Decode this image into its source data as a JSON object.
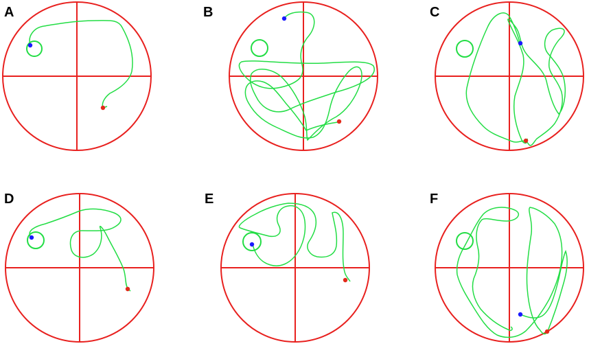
{
  "colors": {
    "pool": "#e8201e",
    "path": "#22dd44",
    "start": "#1a1aff",
    "end": "#e22a1a",
    "label": "#000000"
  },
  "panels": [
    {
      "label": "A"
    },
    {
      "label": "B"
    },
    {
      "label": "C"
    },
    {
      "label": "D"
    },
    {
      "label": "E"
    },
    {
      "label": "F"
    }
  ]
}
